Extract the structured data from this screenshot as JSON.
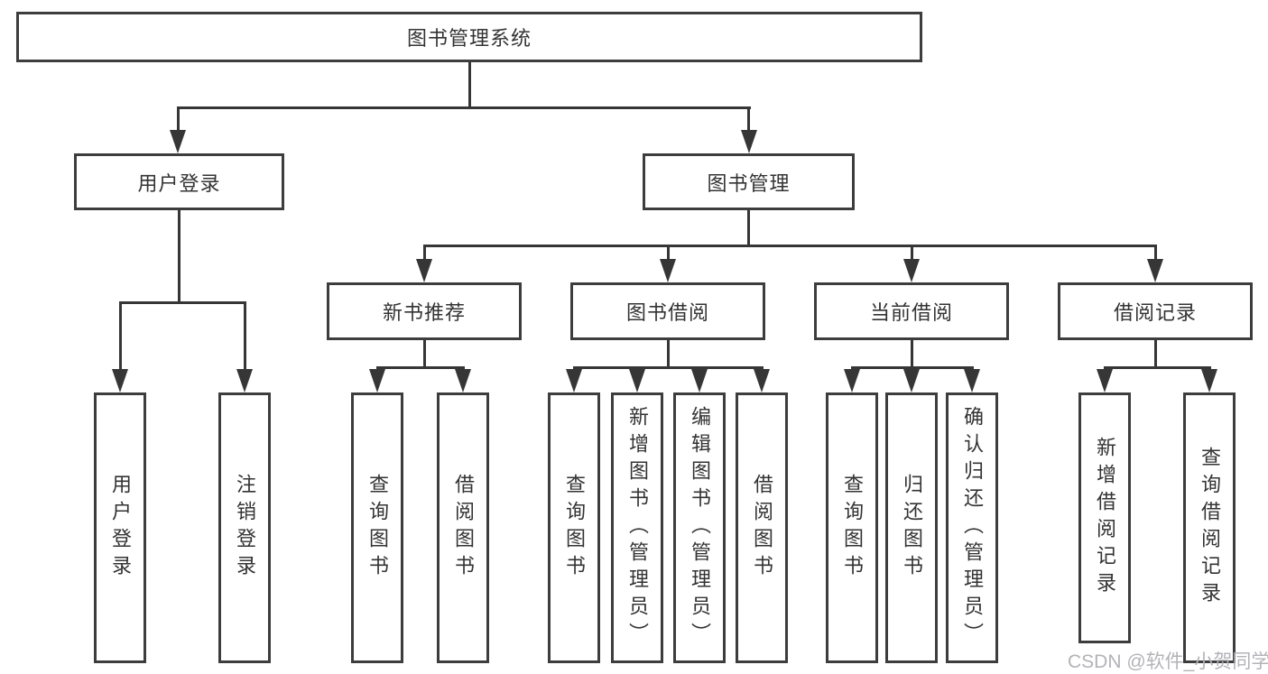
{
  "nodes": {
    "root": "图书管理系统",
    "user_login": "用户登录",
    "book_management": "图书管理",
    "new_book_recommend": "新书推荐",
    "book_borrow": "图书借阅",
    "current_borrow": "当前借阅",
    "borrow_records": "借阅记录"
  },
  "leaves": {
    "user_login": [
      "用户登录",
      "注销登录"
    ],
    "new_book_recommend": [
      "查询图书",
      "借阅图书"
    ],
    "book_borrow": [
      "查询图书",
      "新增图书（管理员）",
      "编辑图书（管理员）",
      "借阅图书"
    ],
    "current_borrow": [
      "查询图书",
      "归还图书",
      "确认归还（管理员）"
    ],
    "borrow_records": [
      "新增借阅记录",
      "查询借阅记录"
    ]
  },
  "watermark": "CSDN @软件_小贺同学",
  "colors": {
    "border": "#3d3d3d",
    "line": "#363636",
    "text": "#333333",
    "background": "#ffffff",
    "watermark": "#b3b3b8"
  }
}
